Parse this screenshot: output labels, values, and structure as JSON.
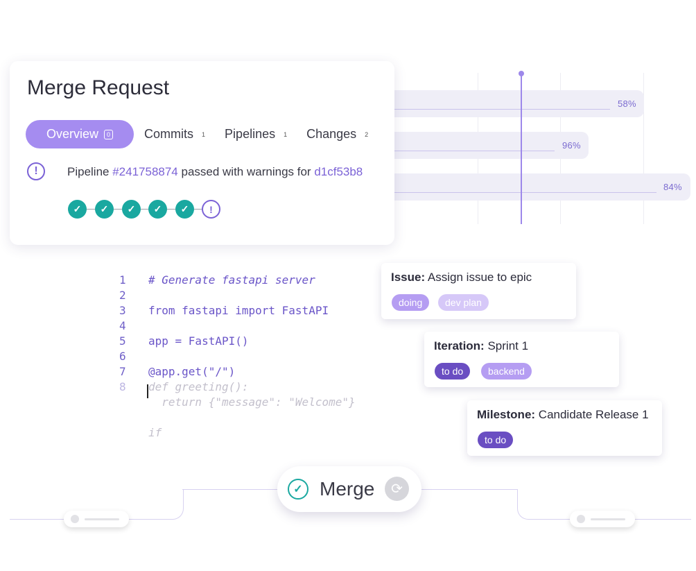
{
  "progress_bars": [
    {
      "percent": 58,
      "label": "58%"
    },
    {
      "percent": 96,
      "label": "96%"
    },
    {
      "percent": 84,
      "label": "84%"
    }
  ],
  "merge_request": {
    "title": "Merge Request",
    "tabs": [
      {
        "label": "Overview",
        "count": "0",
        "active": true
      },
      {
        "label": "Commits",
        "count": "1"
      },
      {
        "label": "Pipelines",
        "count": "1"
      },
      {
        "label": "Changes",
        "count": "2"
      }
    ],
    "pipeline": {
      "prefix": "Pipeline ",
      "id": "#241758874",
      "middle": " passed with warnings for ",
      "commit": "d1cf53b8"
    },
    "stages": [
      {
        "status": "passed",
        "icon": "check-icon",
        "glyph": "✓"
      },
      {
        "status": "passed",
        "icon": "check-icon",
        "glyph": "✓"
      },
      {
        "status": "passed",
        "icon": "check-icon",
        "glyph": "✓"
      },
      {
        "status": "passed",
        "icon": "check-icon",
        "glyph": "✓"
      },
      {
        "status": "passed",
        "icon": "check-icon",
        "glyph": "✓"
      },
      {
        "status": "warning",
        "icon": "warning-icon",
        "glyph": "!"
      }
    ],
    "warning_glyph": "!"
  },
  "code": {
    "lines": [
      {
        "num": "1",
        "text": "# Generate fastapi server",
        "kind": "comment"
      },
      {
        "num": "2",
        "text": "",
        "kind": "code"
      },
      {
        "num": "3",
        "text": "from fastapi import FastAPI",
        "kind": "code"
      },
      {
        "num": "4",
        "text": "",
        "kind": "code"
      },
      {
        "num": "5",
        "text": "app = FastAPI()",
        "kind": "code"
      },
      {
        "num": "6",
        "text": "",
        "kind": "code"
      },
      {
        "num": "7",
        "text": "@app.get(\"/\")",
        "kind": "code"
      },
      {
        "num": "8",
        "text": "def greeting():",
        "kind": "ghost"
      },
      {
        "num": "",
        "text": "  return {\"message\": \"Welcome\"}",
        "kind": "ghost"
      },
      {
        "num": "",
        "text": "",
        "kind": "ghost"
      },
      {
        "num": "",
        "text": "if",
        "kind": "ghost"
      }
    ]
  },
  "cards": [
    {
      "key": "Issue:",
      "value": " Assign issue to epic",
      "tags": [
        {
          "label": "doing",
          "style": "light"
        },
        {
          "label": "dev plan",
          "style": "lighter"
        }
      ]
    },
    {
      "key": "Iteration:",
      "value": " Sprint 1",
      "tags": [
        {
          "label": "to do",
          "style": "dark"
        },
        {
          "label": "backend",
          "style": "light"
        }
      ]
    },
    {
      "key": "Milestone:",
      "value": " Candidate Release 1",
      "tags": [
        {
          "label": "to do",
          "style": "dark"
        }
      ]
    }
  ],
  "merge": {
    "label": "Merge",
    "check_icon": "check-circle-icon",
    "refresh_icon": "refresh-icon",
    "check_glyph": "✓",
    "refresh_glyph": "⟳"
  },
  "colors": {
    "accent": "#a58cf0",
    "accent_dark": "#6a4ec2",
    "success": "#1aa8a0",
    "link": "#7b62d6"
  }
}
